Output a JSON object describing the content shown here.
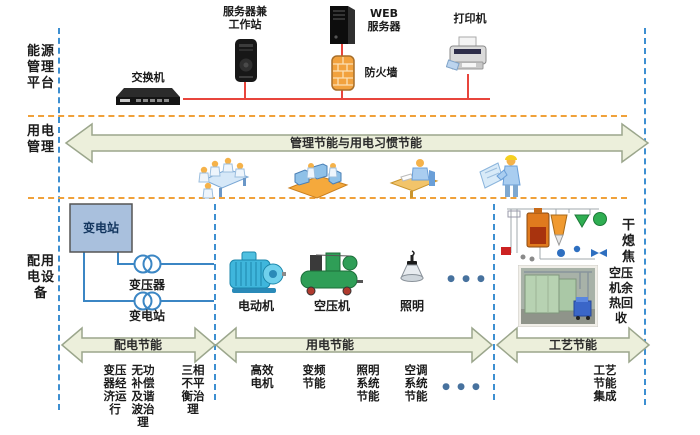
{
  "sections": {
    "energy_platform": {
      "rows": [
        "能源",
        "管理",
        "平台"
      ]
    },
    "power_mgmt": {
      "rows": [
        "用电",
        "管理"
      ]
    },
    "distribution": {
      "rows": [
        "配用",
        "电设",
        "备"
      ]
    }
  },
  "network": {
    "switch_label": "交换机",
    "server_label": {
      "rows": [
        "服务器兼",
        "工作站"
      ]
    },
    "web_server_label": {
      "rows": [
        "WEB",
        "服务器"
      ]
    },
    "firewall_label": "防火墙",
    "printer_label": "打印机"
  },
  "arrows": {
    "management": "管理节能与用电习惯节能",
    "distribution_saving": "配电节能",
    "usage_saving": "用电节能",
    "process_saving": "工艺节能"
  },
  "equipment": {
    "substation_box": "变电站",
    "transformer_label": "变压器",
    "substation_label": "变电站",
    "motor_label": "电动机",
    "compressor_label": "空压机",
    "lighting_label": "照明",
    "equipment_dots": "● ● ●",
    "cdq_label": {
      "rows": [
        "干",
        "熄",
        "焦"
      ]
    },
    "heat_recovery_label": {
      "rows": [
        "空压",
        "机余",
        "热回",
        "收"
      ]
    }
  },
  "measures": {
    "transformer_economic": {
      "rows": [
        "变压",
        "器经",
        "济运",
        "行"
      ]
    },
    "reactive_compensation": {
      "rows": [
        "无功",
        "补偿",
        "及谐",
        "波治",
        "理"
      ]
    },
    "three_phase": {
      "rows": [
        "三相",
        "不平",
        "衡治",
        "理"
      ]
    },
    "high_eff_motor": {
      "rows": [
        "高效",
        "电机"
      ]
    },
    "vfd_saving": {
      "rows": [
        "变频",
        "节能"
      ]
    },
    "lighting_system": {
      "rows": [
        "照明",
        "系统",
        "节能"
      ]
    },
    "hvac_system": {
      "rows": [
        "空调",
        "系统",
        "节能"
      ]
    },
    "measures_dots": "● ● ●",
    "process_integration": {
      "rows": [
        "工艺",
        "节能",
        "集成"
      ]
    }
  },
  "colors": {
    "network_line": "#e8453c",
    "guide_orange": "#f0a13a",
    "guide_blue": "#3d8fd1",
    "arrow_fill": "#ecefdb",
    "arrow_stroke": "#9ba68c",
    "circuit_blue": "#3b86c4",
    "substation_box_fill": "#a9c0dd"
  }
}
